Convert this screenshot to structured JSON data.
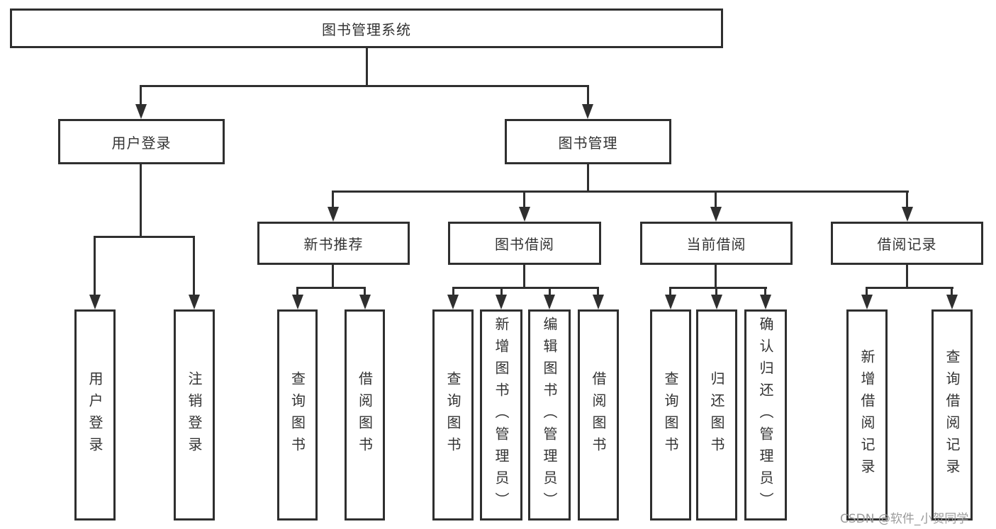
{
  "tree": {
    "label": "图书管理系统",
    "children": [
      {
        "label": "用户登录",
        "children": [
          {
            "label": "用户登录"
          },
          {
            "label": "注销登录"
          }
        ]
      },
      {
        "label": "图书管理",
        "children": [
          {
            "label": "新书推荐",
            "children": [
              {
                "label": "查询图书"
              },
              {
                "label": "借阅图书"
              }
            ]
          },
          {
            "label": "图书借阅",
            "children": [
              {
                "label": "查询图书"
              },
              {
                "label": "新增图书（管理员）"
              },
              {
                "label": "编辑图书（管理员）"
              },
              {
                "label": "借阅图书"
              }
            ]
          },
          {
            "label": "当前借阅",
            "children": [
              {
                "label": "查询图书"
              },
              {
                "label": "归还图书"
              },
              {
                "label": "确认归还（管理员）"
              }
            ]
          },
          {
            "label": "借阅记录",
            "children": [
              {
                "label": "新增借阅记录"
              },
              {
                "label": "查询借阅记录"
              }
            ]
          }
        ]
      }
    ]
  },
  "watermark": {
    "text": "CSDN @软件_小贺同学"
  },
  "colors": {
    "line": "#2f2f2f",
    "text": "#333333",
    "background": "#ffffff",
    "watermark": "#9b9b9b"
  }
}
